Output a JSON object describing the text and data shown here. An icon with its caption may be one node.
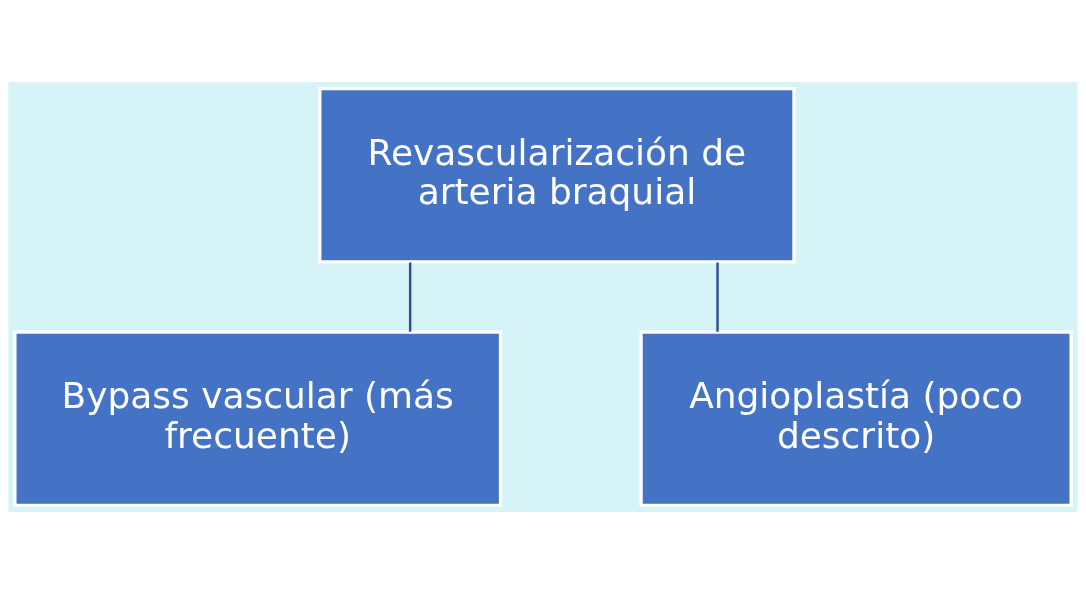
{
  "diagram": {
    "nodes": [
      {
        "text": [
          "Revascularización de arteria braquial"
        ]
      },
      {
        "text": [
          "Bypass vascular (más frecuente)"
        ]
      },
      {
        "text": [
          "Angioplastía (poco descrito)"
        ]
      }
    ],
    "edges": [
      {
        "from": 0,
        "to": 1,
        "arrow": "none"
      },
      {
        "from": 0,
        "to": 2,
        "arrow": "none"
      }
    ]
  }
}
